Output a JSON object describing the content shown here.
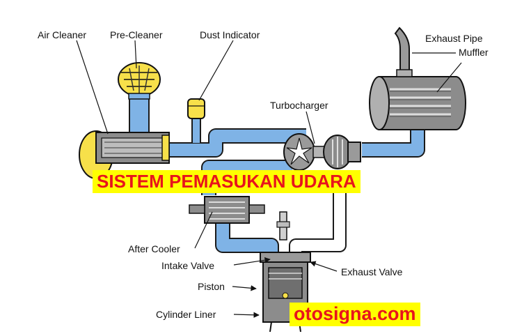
{
  "title": "SISTEM PEMASUKAN UDARA",
  "watermark": "otosigna.com",
  "labels": {
    "air_cleaner": "Air Cleaner",
    "pre_cleaner": "Pre-Cleaner",
    "dust_indicator": "Dust Indicator",
    "turbocharger": "Turbocharger",
    "exhaust_pipe": "Exhaust Pipe",
    "muffler": "Muffler",
    "after_cooler": "After Cooler",
    "intake_valve": "Intake Valve",
    "exhaust_valve": "Exhaust Valve",
    "piston": "Piston",
    "cylinder_liner": "Cylinder Liner"
  },
  "colors": {
    "air_duct": "#7fb3e6",
    "component_gray": "#8c8c8c",
    "yellow": "#f7e04a",
    "banner_bg": "#ffff00",
    "banner_text": "#e8141c"
  }
}
